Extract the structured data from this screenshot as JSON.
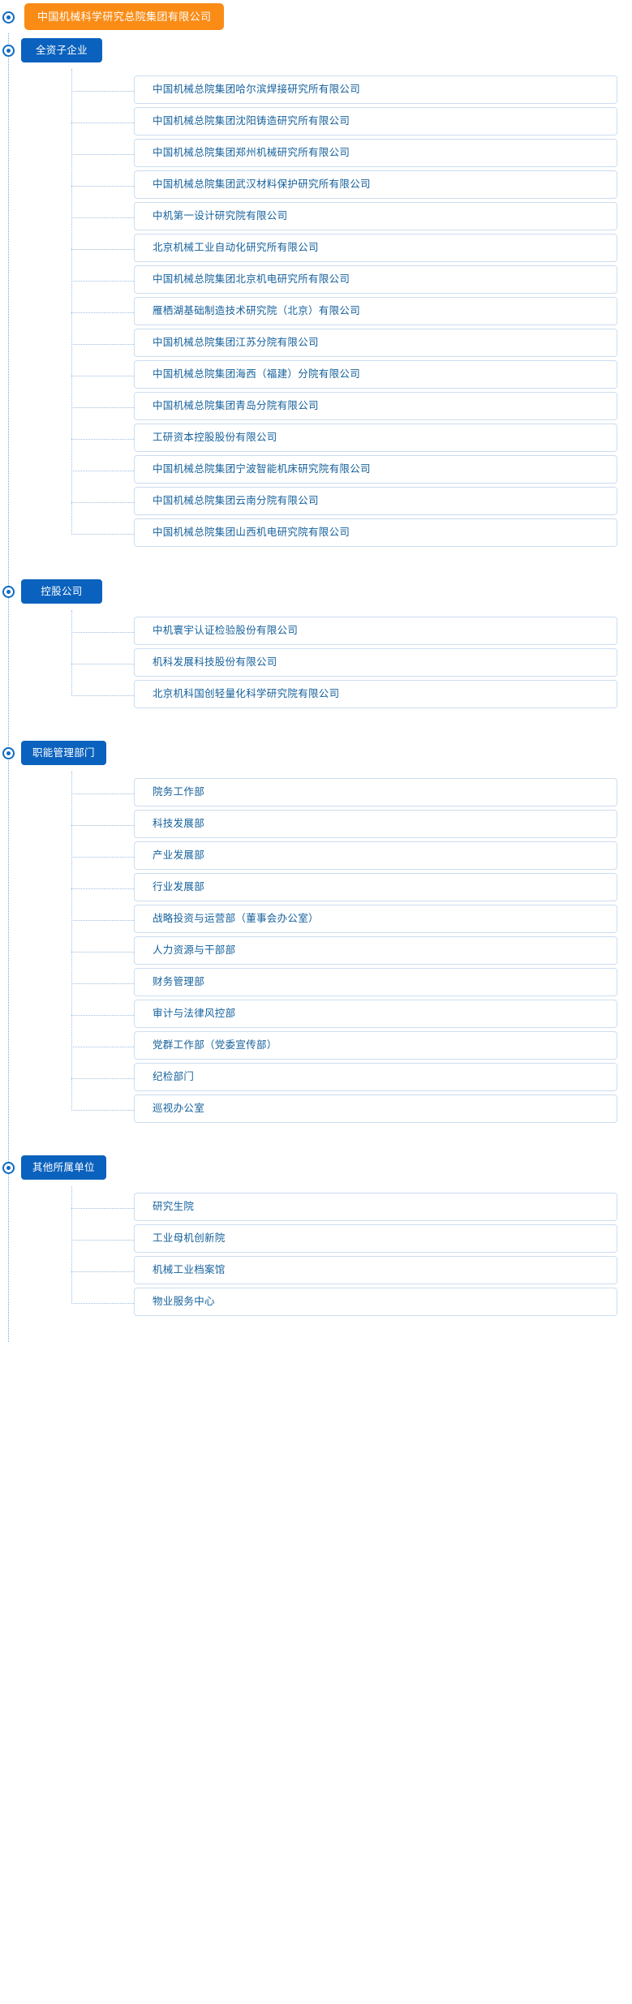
{
  "colors": {
    "root_bg": "#FA8C16",
    "group_bg": "#0B62BE",
    "leaf_text": "#15619C",
    "leaf_border": "#CBDDF0",
    "connector": "#9DBEDF",
    "spine": "#7EA6D8"
  },
  "root": {
    "label": "中国机械科学研究总院集团有限公司"
  },
  "groups": [
    {
      "label": "全资子企业",
      "items": [
        "中国机械总院集团哈尔滨焊接研究所有限公司",
        "中国机械总院集团沈阳铸造研究所有限公司",
        "中国机械总院集团郑州机械研究所有限公司",
        "中国机械总院集团武汉材料保护研究所有限公司",
        "中机第一设计研究院有限公司",
        "北京机械工业自动化研究所有限公司",
        "中国机械总院集团北京机电研究所有限公司",
        "雁栖湖基础制造技术研究院（北京）有限公司",
        "中国机械总院集团江苏分院有限公司",
        "中国机械总院集团海西（福建）分院有限公司",
        "中国机械总院集团青岛分院有限公司",
        "工研资本控股股份有限公司",
        "中国机械总院集团宁波智能机床研究院有限公司",
        "中国机械总院集团云南分院有限公司",
        "中国机械总院集团山西机电研究院有限公司"
      ]
    },
    {
      "label": "控股公司",
      "items": [
        "中机寰宇认证检验股份有限公司",
        "机科发展科技股份有限公司",
        "北京机科国创轻量化科学研究院有限公司"
      ]
    },
    {
      "label": "职能管理部门",
      "items": [
        "院务工作部",
        "科技发展部",
        "产业发展部",
        "行业发展部",
        "战略投资与运营部（董事会办公室）",
        "人力资源与干部部",
        "财务管理部",
        "审计与法律风控部",
        "党群工作部（党委宣传部）",
        "纪检部门",
        "巡视办公室"
      ]
    },
    {
      "label": "其他所属单位",
      "items": [
        "研究生院",
        "工业母机创新院",
        "机械工业档案馆",
        "物业服务中心"
      ]
    }
  ]
}
